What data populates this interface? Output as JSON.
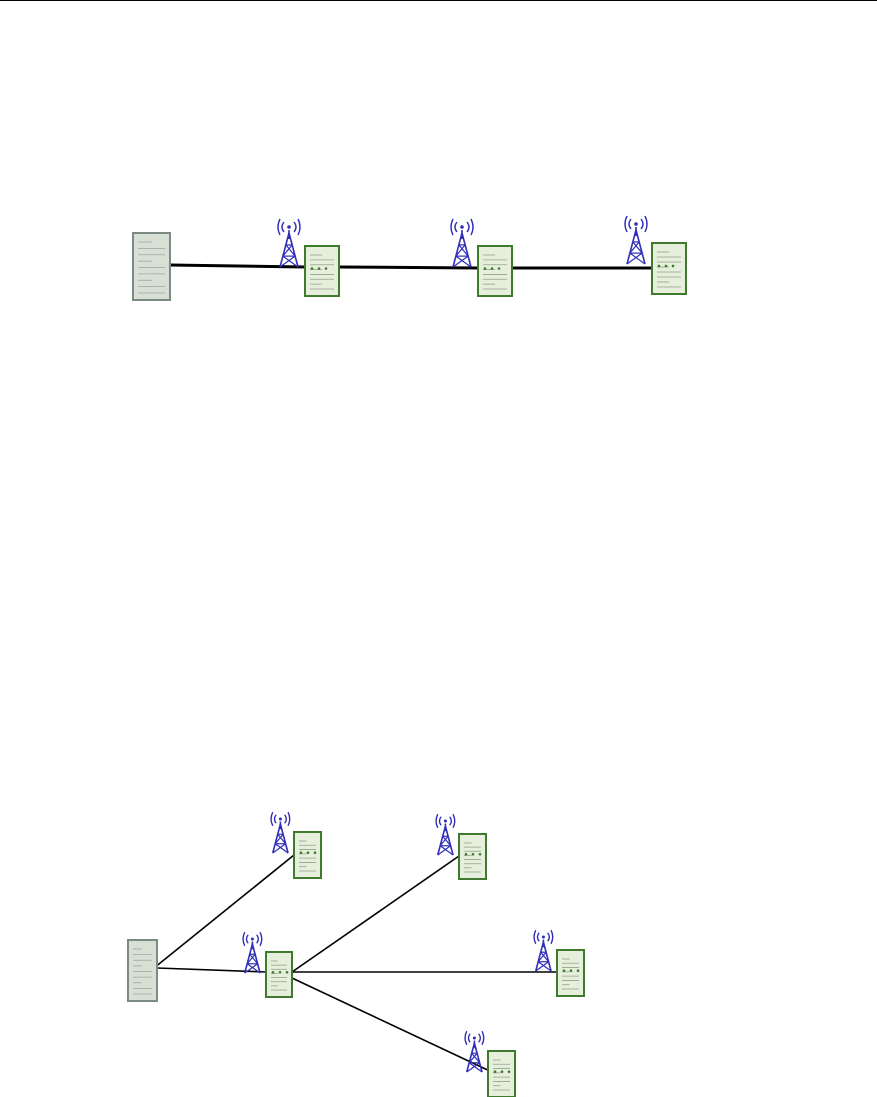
{
  "colors": {
    "page_background": "#ffffff",
    "link_line": "#000000",
    "antenna": "#2f2fb8",
    "master_panel_fill": "#d8e0d6",
    "master_panel_border": "#7c8a84",
    "remote_panel_fill": "#e6eedc",
    "remote_panel_border": "#3f7a2f"
  },
  "icons": {
    "antenna": "radio-tower-icon",
    "master": "master-cabinet-icon",
    "remote": "remote-cabinet-icon"
  },
  "diagrams": [
    {
      "topology": "chain",
      "nodes": [
        {
          "id": "m",
          "role": "master",
          "antenna": false
        },
        {
          "id": "r1",
          "role": "remote",
          "antenna": true
        },
        {
          "id": "r2",
          "role": "remote",
          "antenna": true
        },
        {
          "id": "r3",
          "role": "remote",
          "antenna": true
        }
      ],
      "links": [
        [
          "m",
          "r1"
        ],
        [
          "r1",
          "r2"
        ],
        [
          "r2",
          "r3"
        ]
      ]
    },
    {
      "topology": "tree",
      "nodes": [
        {
          "id": "m",
          "role": "master",
          "antenna": false
        },
        {
          "id": "a",
          "role": "remote",
          "antenna": true
        },
        {
          "id": "b",
          "role": "remote",
          "antenna": true
        },
        {
          "id": "c",
          "role": "remote",
          "antenna": true
        },
        {
          "id": "d",
          "role": "remote",
          "antenna": true
        },
        {
          "id": "e",
          "role": "remote",
          "antenna": true
        }
      ],
      "links": [
        [
          "m",
          "a"
        ],
        [
          "m",
          "b"
        ],
        [
          "b",
          "c"
        ],
        [
          "b",
          "d"
        ],
        [
          "b",
          "e"
        ]
      ]
    }
  ]
}
